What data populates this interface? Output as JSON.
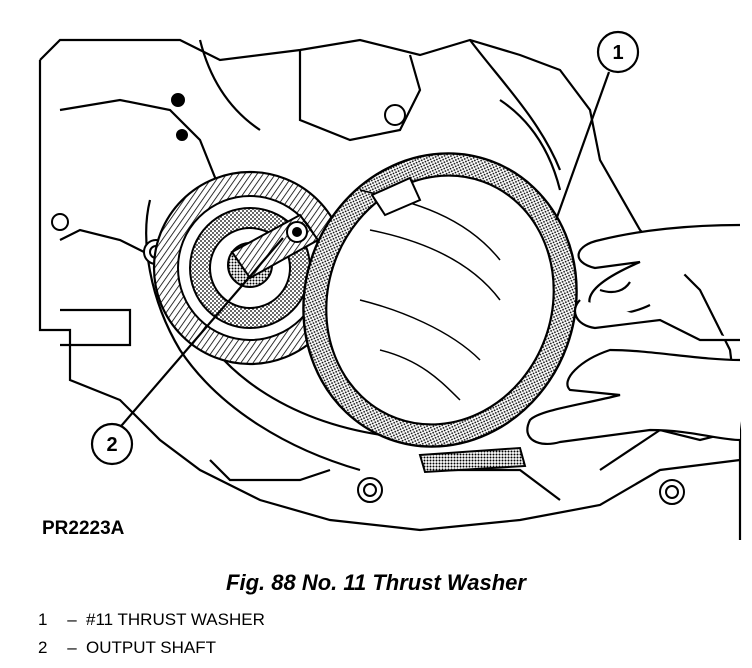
{
  "figure": {
    "code": "PR2223A",
    "caption": "Fig. 88 No. 11 Thrust Washer"
  },
  "callouts": [
    {
      "id": "1"
    },
    {
      "id": "2"
    }
  ],
  "legend": [
    {
      "number": "1",
      "dash": "–",
      "label": "#11 THRUST WASHER"
    },
    {
      "number": "2",
      "dash": "–",
      "label": "OUTPUT SHAFT"
    }
  ]
}
